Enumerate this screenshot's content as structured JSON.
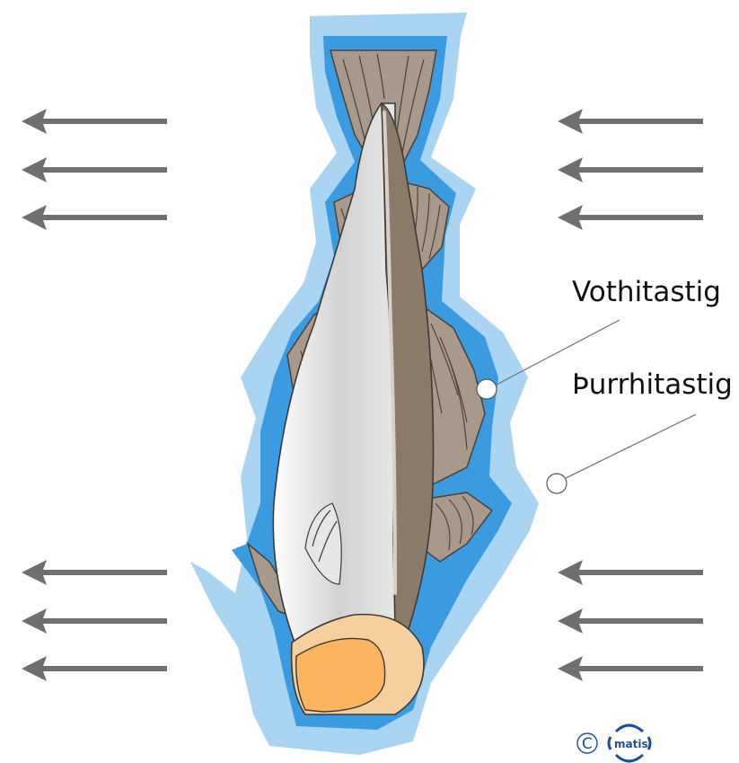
{
  "labels": {
    "wet_bulb": "Vothitastig",
    "dry_bulb": "Þurrhitastig"
  },
  "copyright_symbol": "C",
  "logo_text": "matis",
  "colors": {
    "ice_light": "#a9d4f2",
    "ice_dark": "#3a9be0",
    "arrow": "#6f6f6f",
    "fin": "#a8998a",
    "back": "#8b7a68",
    "belly": "#e9e9e9",
    "flesh_outer": "#f6cf9e",
    "flesh_inner": "#fbb55e",
    "logo_blue": "#1f4e9a"
  },
  "icons": [
    "arrow-left-icon",
    "sensor-circle-icon",
    "copyright-icon",
    "matis-logo-icon"
  ]
}
